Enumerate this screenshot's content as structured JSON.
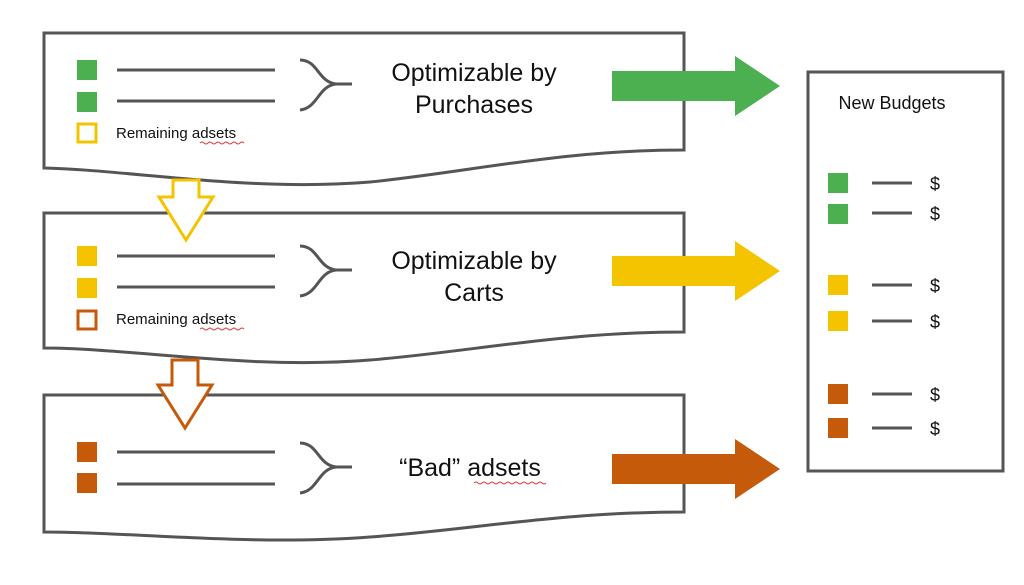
{
  "colors": {
    "purchases": "#4caf50",
    "carts": "#f5c400",
    "bad": "#c45a0a",
    "outline": "#555555",
    "line": "#555555"
  },
  "stages": [
    {
      "title_line1": "Optimizable by",
      "title_line2": "Purchases",
      "remaining_label": "Remaining adsets",
      "color_key": "purchases"
    },
    {
      "title_line1": "Optimizable by",
      "title_line2": "Carts",
      "remaining_label": "Remaining adsets",
      "color_key": "carts"
    },
    {
      "title_line1": "“Bad” adsets",
      "title_line2": "",
      "remaining_label": "",
      "color_key": "bad"
    }
  ],
  "budgets": {
    "title": "New Budgets",
    "currency_symbol": "$",
    "rows": [
      {
        "color_key": "purchases",
        "symbol": "$"
      },
      {
        "color_key": "purchases",
        "symbol": "$"
      },
      {
        "color_key": "carts",
        "symbol": "$"
      },
      {
        "color_key": "carts",
        "symbol": "$"
      },
      {
        "color_key": "bad",
        "symbol": "$"
      },
      {
        "color_key": "bad",
        "symbol": "$"
      }
    ]
  },
  "icons": {
    "flow_arrow": "right-arrow-icon",
    "down_arrow": "down-arrow-icon",
    "brace": "right-brace-icon",
    "adset_square": "square-icon"
  }
}
